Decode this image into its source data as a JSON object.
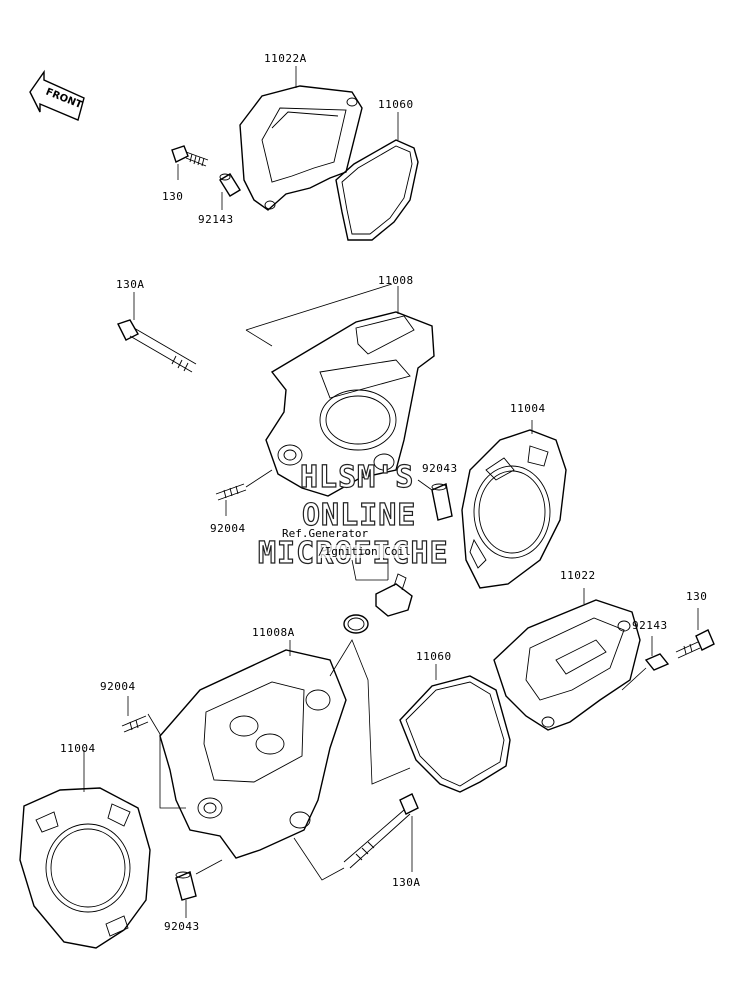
{
  "front_label": "FRONT",
  "watermark": [
    "HLSM'S",
    "ONLINE",
    "MICROFICHE"
  ],
  "notes": {
    "ref_generator": "Ref.Generator",
    "ignition_coil": "/Ignition Coil"
  },
  "labels": {
    "p11022A": "11022A",
    "p11060_top": "11060",
    "p130_top": "130",
    "p92143_top": "92143",
    "p130A_top": "130A",
    "p11008": "11008",
    "p11004_right": "11004",
    "p92043_mid": "92043",
    "p92004_mid": "92004",
    "p11022": "11022",
    "p130_right": "130",
    "p92143_right": "92143",
    "p11008A": "11008A",
    "p11060_mid": "11060",
    "p92004_left": "92004",
    "p11004_left": "11004",
    "p130A_bottom": "130A",
    "p92043_bottom": "92043"
  }
}
